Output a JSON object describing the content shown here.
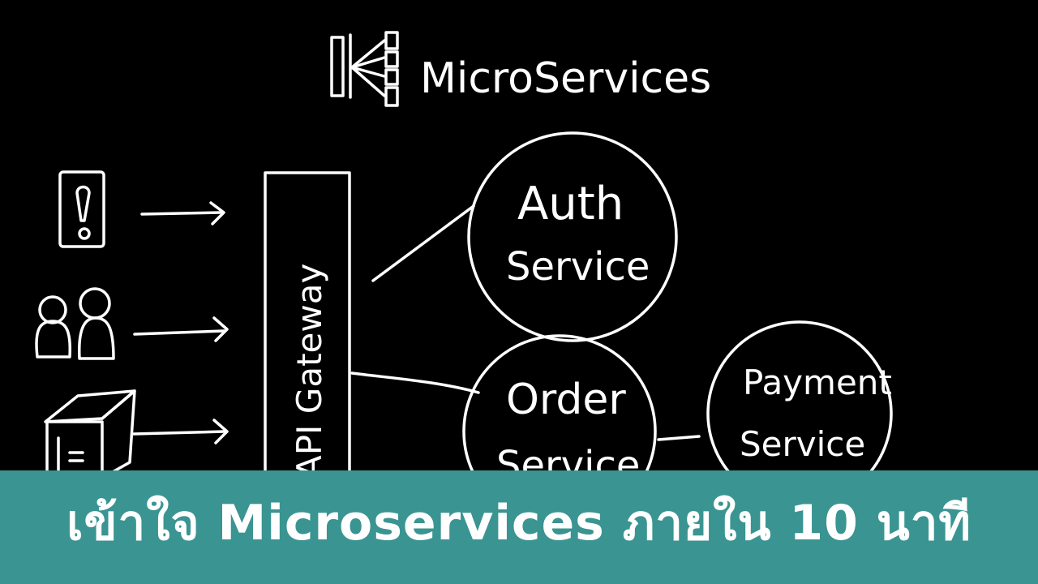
{
  "diagram": {
    "title": "MicroServices",
    "gateway_label": "API Gateway",
    "auth_service": {
      "line1": "Auth",
      "line2": "Service"
    },
    "order_service": {
      "line1": "Order",
      "line2": "Service"
    },
    "payment_service": {
      "line1": "Payment",
      "line2": "Service"
    },
    "clients": [
      "phone-icon",
      "users-icon",
      "desktop-computer-icon"
    ]
  },
  "banner": {
    "text": "เข้าใจ Microservices ภายใน 10 นาที",
    "color": "#3a9492"
  }
}
